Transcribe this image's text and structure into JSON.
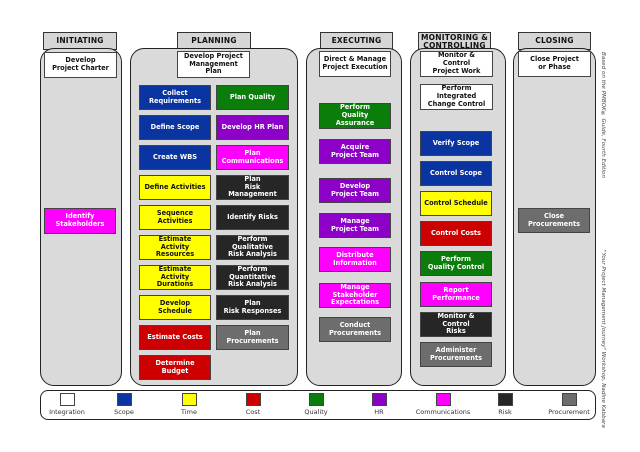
{
  "phases": [
    {
      "id": "initiating",
      "label": "INITIATING"
    },
    {
      "id": "planning",
      "label": "PLANNING"
    },
    {
      "id": "executing",
      "label": "EXECUTING"
    },
    {
      "id": "monitoring",
      "label": "MONITORING &\nCONTROLLING"
    },
    {
      "id": "closing",
      "label": "CLOSING"
    }
  ],
  "initiating": {
    "processes": [
      {
        "label": "Develop\nProject Charter",
        "area": "Integration"
      },
      {
        "label": "Identify\nStakeholders",
        "area": "Communications"
      }
    ]
  },
  "planning": {
    "processes": [
      {
        "label": "Develop Project\nManagement\nPlan",
        "area": "Integration"
      },
      {
        "label": "Collect\nRequirements",
        "area": "Scope"
      },
      {
        "label": "Plan Quality",
        "area": "Quality"
      },
      {
        "label": "Define Scope",
        "area": "Scope"
      },
      {
        "label": "Develop HR Plan",
        "area": "HR"
      },
      {
        "label": "Create WBS",
        "area": "Scope"
      },
      {
        "label": "Plan\nCommunications",
        "area": "Communications"
      },
      {
        "label": "Define Activities",
        "area": "Time"
      },
      {
        "label": "Plan\nRisk\nManagement",
        "area": "Risk"
      },
      {
        "label": "Sequence\nActivities",
        "area": "Time"
      },
      {
        "label": "Identify Risks",
        "area": "Risk"
      },
      {
        "label": "Estimate\nActivity\nResources",
        "area": "Time"
      },
      {
        "label": "Perform\nQualitative\nRisk Analysis",
        "area": "Risk"
      },
      {
        "label": "Estimate\nActivity\nDurations",
        "area": "Time"
      },
      {
        "label": "Perform\nQuantitative\nRisk Analysis",
        "area": "Risk"
      },
      {
        "label": "Develop\nSchedule",
        "area": "Time"
      },
      {
        "label": "Plan\nRisk Responses",
        "area": "Risk"
      },
      {
        "label": "Estimate Costs",
        "area": "Cost"
      },
      {
        "label": "Plan\nProcurements",
        "area": "Procurement"
      },
      {
        "label": "Determine\nBudget",
        "area": "Cost"
      }
    ]
  },
  "executing": {
    "processes": [
      {
        "label": "Direct & Manage\nProject Execution",
        "area": "Integration"
      },
      {
        "label": "Perform\nQuality\nAssurance",
        "area": "Quality"
      },
      {
        "label": "Acquire\nProject Team",
        "area": "HR"
      },
      {
        "label": "Develop\nProject Team",
        "area": "HR"
      },
      {
        "label": "Manage\nProject Team",
        "area": "HR"
      },
      {
        "label": "Distribute\nInformation",
        "area": "Communications"
      },
      {
        "label": "Manage\nStakeholder\nExpectations",
        "area": "Communications"
      },
      {
        "label": "Conduct\nProcurements",
        "area": "Procurement"
      }
    ]
  },
  "monitoring": {
    "processes": [
      {
        "label": "Monitor &\nControl\nProject Work",
        "area": "Integration"
      },
      {
        "label": "Perform\nIntegrated\nChange Control",
        "area": "Integration"
      },
      {
        "label": "Verify Scope",
        "area": "Scope"
      },
      {
        "label": "Control Scope",
        "area": "Scope"
      },
      {
        "label": "Control Schedule",
        "area": "Time"
      },
      {
        "label": "Control Costs",
        "area": "Cost"
      },
      {
        "label": "Perform\nQuality Control",
        "area": "Quality"
      },
      {
        "label": "Report\nPerformance",
        "area": "Communications"
      },
      {
        "label": "Monitor &\nControl\nRisks",
        "area": "Risk"
      },
      {
        "label": "Administer\nProcurements",
        "area": "Procurement"
      }
    ]
  },
  "closing": {
    "processes": [
      {
        "label": "Close Project\nor Phase",
        "area": "Integration"
      },
      {
        "label": "Close\nProcurements",
        "area": "Procurement"
      }
    ]
  },
  "legend": [
    {
      "label": "Integration",
      "color": "#ffffff"
    },
    {
      "label": "Scope",
      "color": "#0a34a0"
    },
    {
      "label": "Time",
      "color": "#ffff00"
    },
    {
      "label": "Cost",
      "color": "#cc0000"
    },
    {
      "label": "Quality",
      "color": "#0a7d0a"
    },
    {
      "label": "HR",
      "color": "#8c00c8"
    },
    {
      "label": "Communications",
      "color": "#ff00ff"
    },
    {
      "label": "Risk",
      "color": "#262626"
    },
    {
      "label": "Procurement",
      "color": "#6d6d6d"
    }
  ],
  "side_notes": {
    "source": "Based on the PMBOK® Guide, Fourth Edition",
    "credit": "\"Your Project Management Journey\" Workshop, Nadine Kabbara"
  }
}
